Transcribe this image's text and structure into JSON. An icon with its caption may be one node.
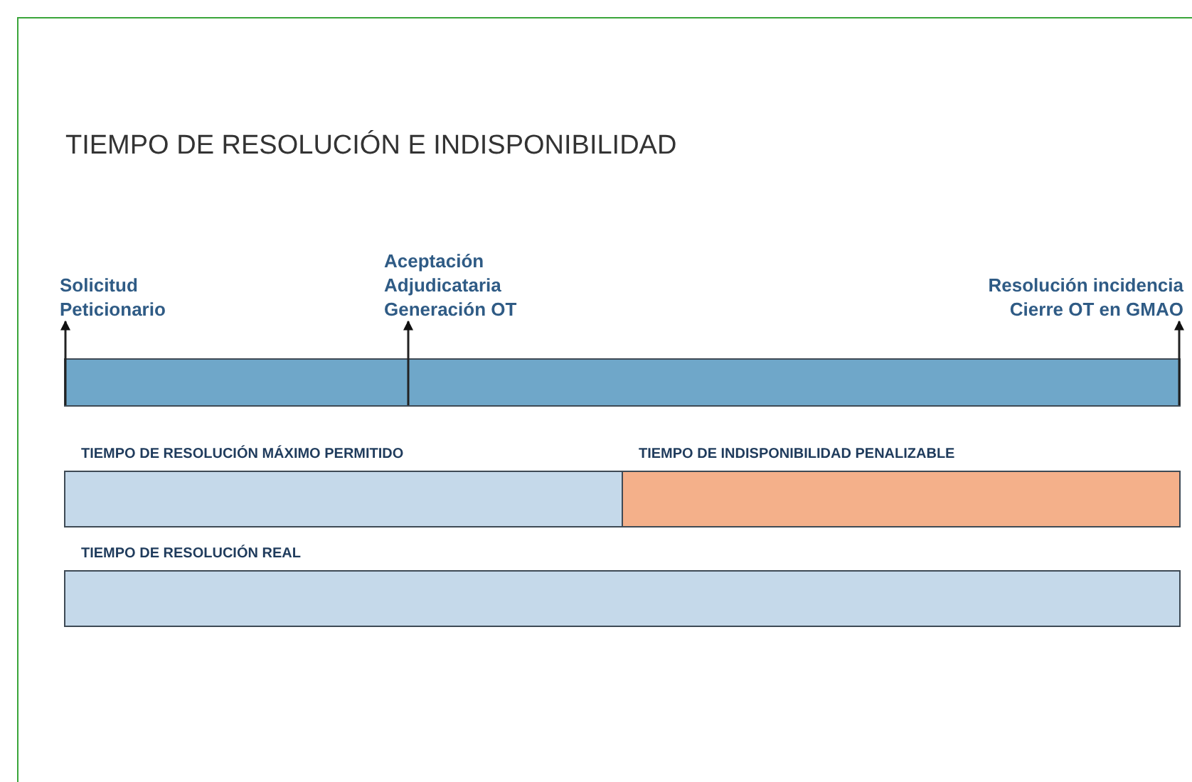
{
  "diagram": {
    "title": "TIEMPO DE RESOLUCIÓN E INDISPONIBILIDAD",
    "nodes": [
      {
        "text": [
          "Solicitud Peticionario"
        ]
      },
      {
        "text": [
          "Aceptación Adjudicataria Generación OT"
        ]
      },
      {
        "text": [
          "Resolución incidencia Cierre OT en GMAO"
        ]
      },
      {
        "text": [],
        "shape": "bar"
      },
      {
        "text": [
          "TIEMPO DE RESOLUCIÓN MÁXIMO PERMITIDO"
        ]
      },
      {
        "text": [
          "TIEMPO DE INDISPONIBILIDAD PENALIZABLE"
        ]
      },
      {
        "text": [
          "TIEMPO DE RESOLUCIÓN REAL"
        ]
      }
    ],
    "edges": [
      {
        "from": 3,
        "to": 0,
        "arrow": "to"
      },
      {
        "from": 3,
        "to": 1,
        "arrow": "to"
      },
      {
        "from": 3,
        "to": 2,
        "arrow": "to"
      }
    ]
  }
}
